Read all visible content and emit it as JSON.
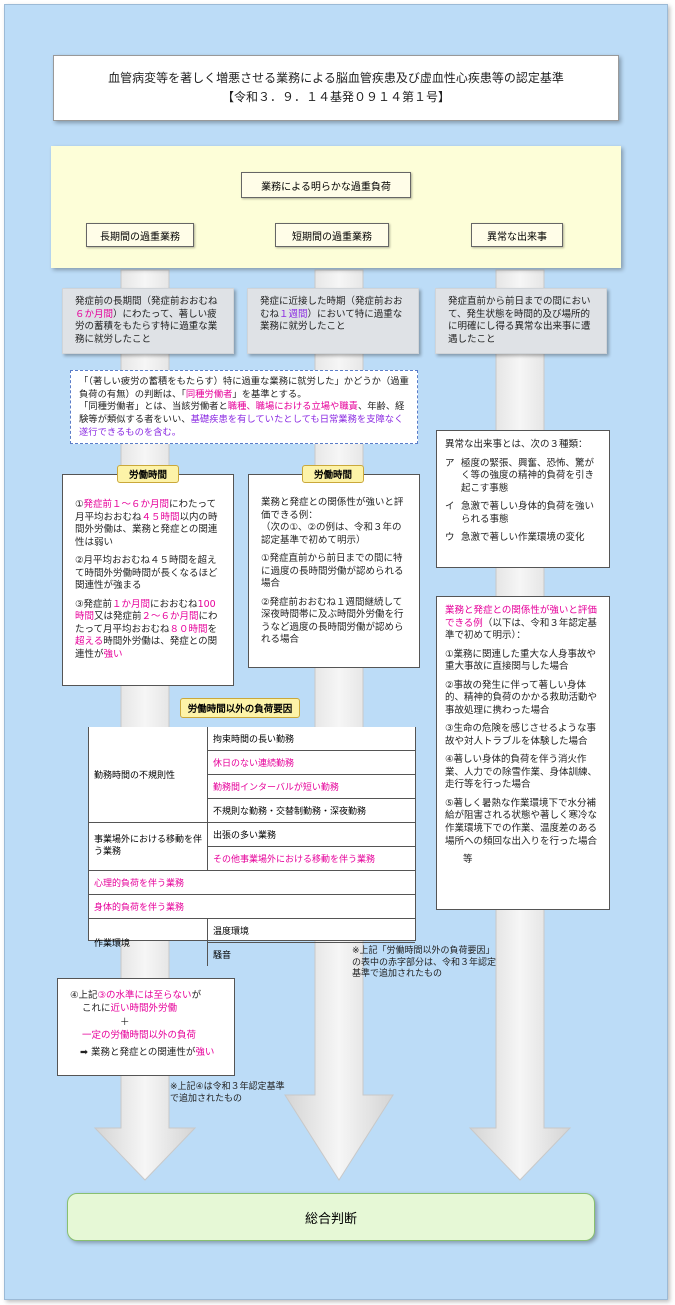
{
  "title": {
    "line1": "血管病変等を著しく増悪させる業務による脳血管疾患及び虚血性心疾患等の認定基準",
    "line2": "【令和３．９．１４基発０９１４第１号】"
  },
  "header": {
    "overload_label": "業務による明らかな過重負荷",
    "col_long": "長期間の過重業務",
    "col_short": "短期間の過重業務",
    "col_event": "異常な出来事"
  },
  "grey_boxes": {
    "long": {
      "t1": "発症前の長期間（発症前おおむね",
      "h1": "６か月間",
      "t2": "）にわたって、著しい疲労の蓄積をもたらす特に過重な業務に就労したこと"
    },
    "short": {
      "t1": "発症に近接した時期（発症前おおむね",
      "h1": "１週間",
      "t2": "）において特に過重な業務に就労したこと"
    },
    "event": {
      "t1": "発症直前から前日までの間において、発生状態を時間的及び場所的に明確にし得る異常な出来事に遭遇したこと"
    }
  },
  "criteria_note": {
    "l1": "「（著しい疲労の蓄積をもたらす）特に過重な業務に就労した」かどうか（過重負荷の有無）の判断は、「",
    "l1_h": "同種労働者",
    "l1_t": "」を基準とする。",
    "l2": "「同種労働者」とは、当該労働者と",
    "l2_h": "職種、職場における立場や職責",
    "l2_t": "、年齢、経験等が類似する者をいい、",
    "l2_h2": "基礎疾患を有していたとしても日常業務を支障なく遂行できるものを含む。"
  },
  "long_hours": {
    "badge": "労働時間",
    "i1_a": "①",
    "i1_h1": "発症前１～６か月間",
    "i1_b": "にわたって月平均おおむね",
    "i1_h2": "４５時間",
    "i1_c": "以内の時間外労働は、業務と発症との関連性は弱い",
    "i2": "②月平均おおむね４５時間を超えて時間外労働時間が長くなるほど関連性が強まる",
    "i3_a": "③発症前",
    "i3_h1": "１か月間",
    "i3_b": "におおむね",
    "i3_h2": "100時間",
    "i3_c": "又は発症前",
    "i3_h3": "２～６か月間",
    "i3_d": "にわたって月平均おおむね",
    "i3_h4": "８０時間",
    "i3_e": "を",
    "i3_h5": "超える",
    "i3_f": "時間外労働は、発症との関連性が",
    "i3_h6": "強い"
  },
  "short_hours": {
    "badge": "労働時間",
    "intro": "業務と発症との関係性が強いと評価できる例：",
    "intro2": "（次の①、②の例は、令和３年の認定基準で初めて明示）",
    "i1": "①発症直前から前日までの間に特に過度の長時間労働が認められる場合",
    "i2": "②発症前おおむね１週間継続して深夜時間帯に及ぶ時間外労働を行うなど過度の長時間労働が認められる場合"
  },
  "event_types": {
    "intro": "異常な出来事とは、次の３種類：",
    "a_k": "ア",
    "a": "極度の緊張、興奮、恐怖、驚がく等の強度の精神的負荷を引き起こす事態",
    "i_k": "イ",
    "i": "急激で著しい身体的負荷を強いられる事態",
    "u_k": "ウ",
    "u": "急激で著しい作業環境の変化"
  },
  "event_examples": {
    "head_h": "業務と発症との関係性が強いと評価できる例",
    "head_t": "（以下は、令和３年認定基準で初めて明示）：",
    "e1": "①業務に関連した重大な人身事故や重大事故に直接関与した場合",
    "e2": "②事故の発生に伴って著しい身体的、精神的負荷のかかる救助活動や事故処理に携わった場合",
    "e3": "③生命の危険を感じさせるような事故や対人トラブルを体験した場合",
    "e4": "④著しい身体的負荷を伴う消火作業、人力での除雪作業、身体訓練、走行等を行った場合",
    "e5": "⑤著しく暑熱な作業環境下で水分補給が阻害される状態や著しく寒冷な作業環境下での作業、温度差のある場所への頻回な出入りを行った場合",
    "etc": "等"
  },
  "load_factors": {
    "badge": "労働時間以外の負荷要因",
    "cat1": "勤務時間の不規則性",
    "r1": "拘束時間の長い勤務",
    "r2": "休日のない連続勤務",
    "r3": "勤務間インターバルが短い勤務",
    "r4": "不規則な勤務・交替制勤務・深夜勤務",
    "cat2": "事業場外における移動を伴う業務",
    "r5": "出張の多い業務",
    "r6": "その他事業場外における移動を伴う業務",
    "r7": "心理的負荷を伴う業務",
    "r8": "身体的負荷を伴う業務",
    "cat3": "作業環境",
    "r9": "温度環境",
    "r10": "騒音"
  },
  "load_note": "※上記「労働時間以外の負荷要因」の表中の赤字部分は、令和３年認定基準で追加されたもの",
  "combo": {
    "l1_a": "④上記",
    "l1_h": "③の水準には至らない",
    "l1_b": "が",
    "l2_a": "これに",
    "l2_h": "近い時間外労働",
    "plus": "＋",
    "l3_h": "一定の労働時間以外の負荷",
    "l4_a": "➡ 業務と発症との関連性が",
    "l4_h": "強い"
  },
  "combo_note": "※上記④は令和３年認定基準で追加されたもの",
  "final": "総合判断",
  "colors": {
    "background": "#bcdcf7",
    "highlight_pink": "#e6009a",
    "highlight_purple": "#8b2be2",
    "arrow": "#e6e6e6"
  }
}
